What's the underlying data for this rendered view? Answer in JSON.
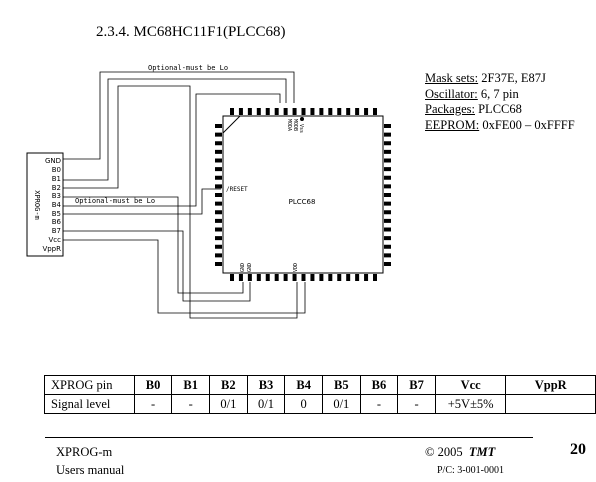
{
  "section": {
    "title": "2.3.4. MC68HC11F1(PLCC68)"
  },
  "specs": [
    {
      "key": "Mask sets:",
      "value": " 2F37E, E87J"
    },
    {
      "key": "Oscillator:",
      "value": " 6, 7 pin"
    },
    {
      "key": "Packages:",
      "value": " PLCC68"
    },
    {
      "key": "EEPROM:",
      "value": " 0xFE00 – 0xFFFF"
    }
  ],
  "diagram": {
    "connector_label": "XPROG-m",
    "connector_pins": [
      "GND",
      "B0",
      "B1",
      "B2",
      "B3",
      "B4",
      "B5",
      "B6",
      "B7",
      "Vcc",
      "VppR"
    ],
    "note_top": "Optional-must be Lo",
    "note_mid": "Optional-must be Lo",
    "chip_label": "PLCC68",
    "pin_reset": "/RESET",
    "pin_moda": "MODA",
    "pin_modb": "MODB",
    "pin_vss": "Vss",
    "pin_gnd": "GND",
    "pin_gnd2": "GND",
    "pin_vdd": "VDD"
  },
  "table": {
    "header": [
      "XPROG pin",
      "B0",
      "B1",
      "B2",
      "B3",
      "B4",
      "B5",
      "B6",
      "B7",
      "Vcc",
      "VppR"
    ],
    "row": [
      "Signal level",
      "-",
      "-",
      "0/1",
      "0/1",
      "0",
      "0/1",
      "-",
      "-",
      "+5V±5%",
      ""
    ]
  },
  "footer": {
    "product": "XPROG-m",
    "manual": "Users manual",
    "copyright": "© 2005",
    "brand": "TMT",
    "pc": "P/C: 3-001-0001",
    "page": "20"
  }
}
